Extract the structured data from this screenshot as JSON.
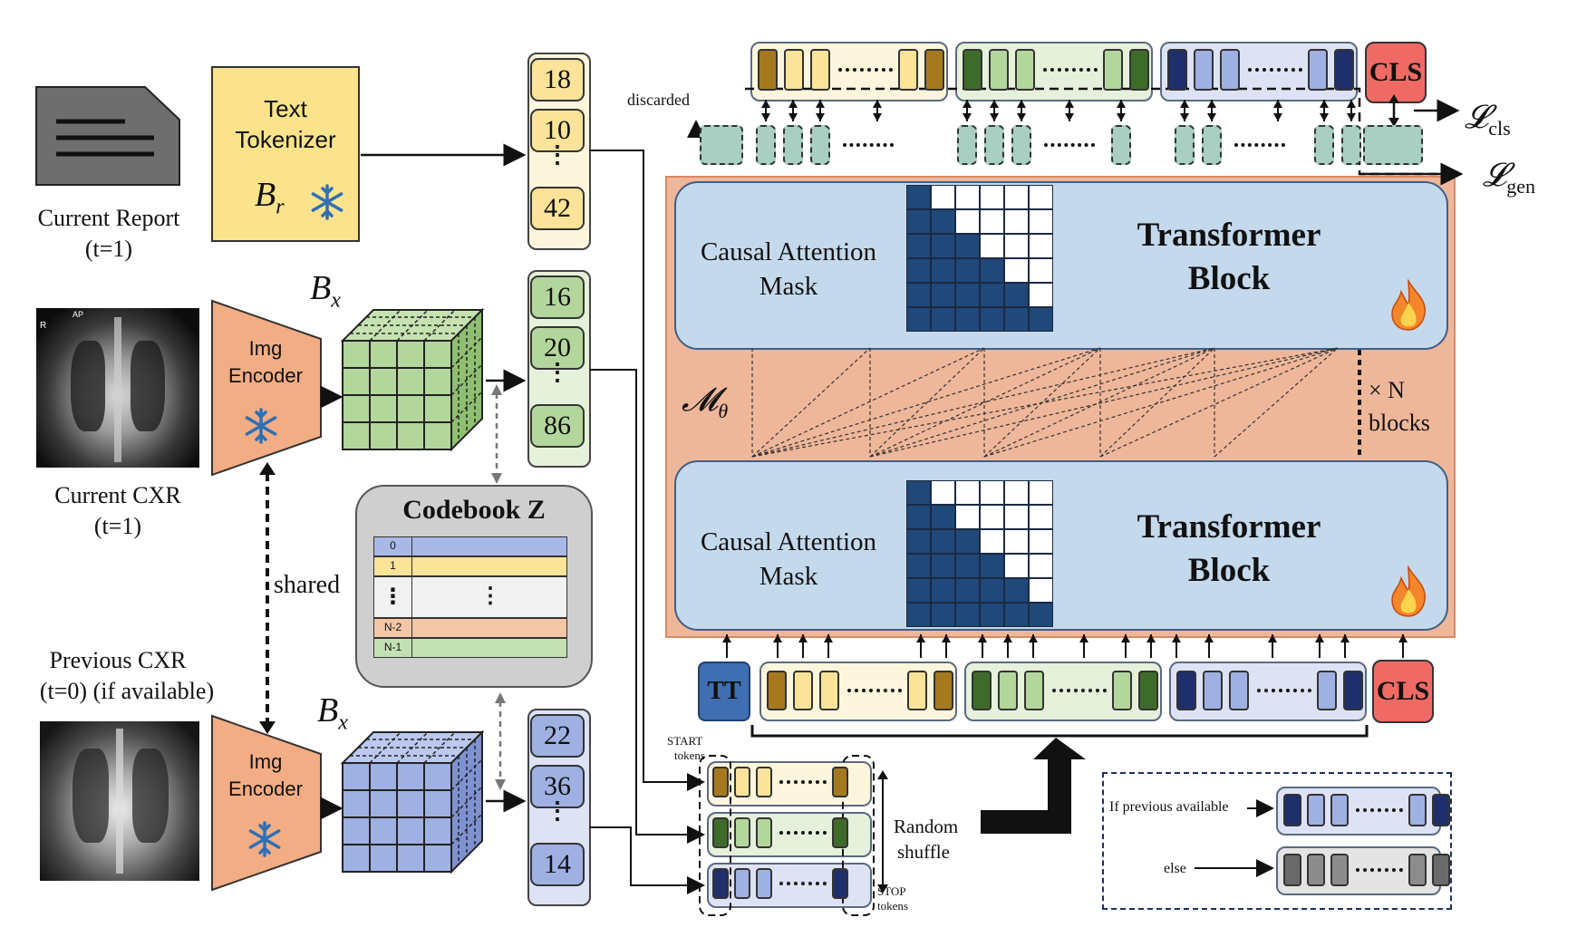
{
  "inputs": {
    "report_label_line1": "Current Report",
    "report_label_line2": "(t=1)",
    "current_cxr_line1": "Current CXR",
    "current_cxr_line2": "(t=1)",
    "previous_cxr_line1": "Previous CXR",
    "previous_cxr_line2": "(t=0) (if available)",
    "xray_marker_current": "AP",
    "xray_marker_side": "R"
  },
  "tokenizer": {
    "line1": "Text",
    "line2": "Tokenizer",
    "symbol": "B",
    "subscript": "r"
  },
  "img_encoder": {
    "line1": "Img",
    "line2": "Encoder",
    "symbol": "B",
    "subscript": "x"
  },
  "shared_label": "shared",
  "report_tokens": [
    "18",
    "10",
    "⋮",
    "42"
  ],
  "current_img_tokens": [
    "16",
    "20",
    "⋮",
    "86"
  ],
  "previous_img_tokens": [
    "22",
    "36",
    "⋮",
    "14"
  ],
  "codebook": {
    "title": "Codebook Z",
    "rows": [
      "0",
      "1",
      "⋮",
      "N-2",
      "N-1"
    ],
    "colors": [
      "#aab8e8",
      "#fbe39a",
      "#f2f2f2",
      "#f4c6a6",
      "#c3e0b2"
    ]
  },
  "transformer": {
    "top": {
      "mask_label_1": "Causal Attention",
      "mask_label_2": "Mask",
      "title_1": "Transformer",
      "title_2": "Block"
    },
    "bottom": {
      "mask_label_1": "Causal Attention",
      "mask_label_2": "Mask",
      "title_1": "Transformer",
      "title_2": "Block"
    },
    "model_symbol": "𝓜",
    "model_subscript": "θ",
    "repeat_label_1": "× N",
    "repeat_label_2": "blocks"
  },
  "output": {
    "discarded": "discarded",
    "cls": "CLS",
    "loss_cls": "𝓛",
    "loss_cls_sub": "cls",
    "loss_gen": "𝓛",
    "loss_gen_sub": "gen"
  },
  "input_seq": {
    "tt": "TT",
    "cls": "CLS"
  },
  "shuffle": {
    "start_label_1": "START",
    "start_label_2": "tokens",
    "stop_label_1": "STOP",
    "stop_label_2": "tokens",
    "random_1": "Random",
    "random_2": "shuffle"
  },
  "legend": {
    "if_prev": "If previous available",
    "else": "else"
  },
  "colors": {
    "yellow": "#fbe39a",
    "yellow_dark": "#a57a1f",
    "yellow_bg": "#fdf6dc",
    "green": "#b3d69c",
    "green_dark": "#3f6b2a",
    "green_bg": "#e6f1dc",
    "blue": "#9fb0e3",
    "blue_dark": "#1f2f6b",
    "blue_bg": "#dde3f5",
    "orange_bg": "#efb79a",
    "tb_blue": "#c4d9ec",
    "navy": "#204878",
    "cls_red": "#ef6a64",
    "tt_blue": "#3f6fb0",
    "gray": "#8c8c8c",
    "gray_dark": "#6a6a6a"
  }
}
